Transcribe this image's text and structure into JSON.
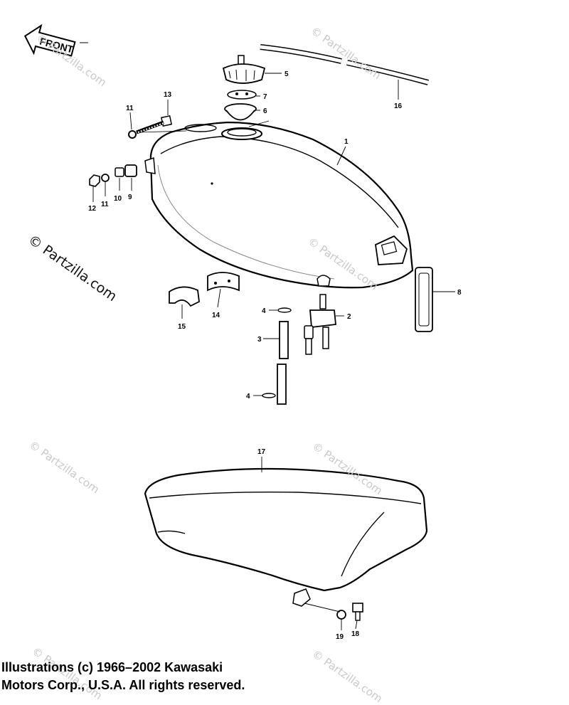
{
  "front_label": "FRONT",
  "watermark": "© Partzilla.com",
  "copyright": {
    "line1": "Illustrations (c) 1966–2002 Kawasaki",
    "line2": "Motors Corp., U.S.A.  All rights reserved."
  },
  "callouts": {
    "fuel_tank": "1",
    "fuel_cock": "2",
    "fuel_hose": "3",
    "hose_clamp_upper": "4",
    "hose_clamp_lower": "4",
    "filler_cap": "5",
    "cap_gasket": "6",
    "cap_seal": "7",
    "tank_strap": "8",
    "damper": "9",
    "collar": "10",
    "washer_front": "11",
    "washer_bolt": "11",
    "nut": "12",
    "bolt": "13",
    "cushion_14": "14",
    "cushion_15": "15",
    "breather_hose": "16",
    "seat": "17",
    "washer_seat": "19",
    "bolt_seat": "18"
  }
}
